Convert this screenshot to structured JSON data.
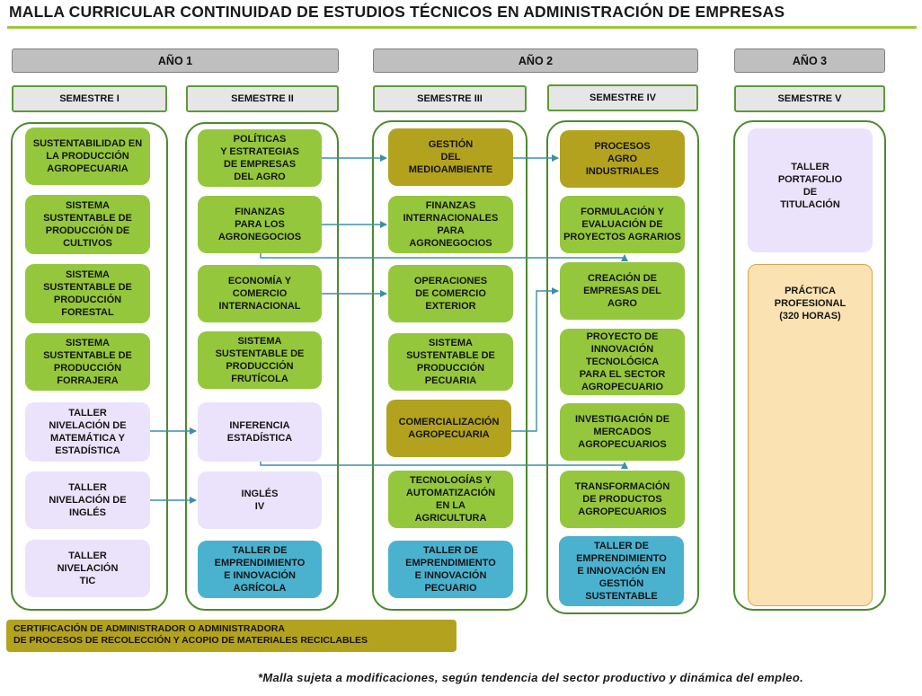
{
  "title": "MALLA CURRICULAR CONTINUIDAD DE ESTUDIOS TÉCNICOS EN ADMINISTRACIÓN DE EMPRESAS",
  "years": [
    "AÑO 1",
    "AÑO 2",
    "AÑO 3"
  ],
  "semesters": [
    "SEMESTRE I",
    "SEMESTRE II",
    "SEMESTRE III",
    "SEMESTRE IV",
    "SEMESTRE V"
  ],
  "courses": {
    "s1": [
      "SUSTENTABILIDAD EN\nLA PRODUCCIÓN\nAGROPECUARIA",
      "SISTEMA\nSUSTENTABLE DE\nPRODUCCIÓN DE\nCULTIVOS",
      "SISTEMA\nSUSTENTABLE DE\nPRODUCCIÓN\nFORESTAL",
      "SISTEMA\nSUSTENTABLE DE\nPRODUCCIÓN\nFORRAJERA",
      "TALLER\nNIVELACIÓN DE\nMATEMÁTICA Y\nESTADÍSTICA",
      "TALLER\nNIVELACIÓN DE\nINGLÉS",
      "TALLER\nNIVELACIÓN\nTIC"
    ],
    "s2": [
      "POLÍTICAS\nY ESTRATEGIAS\nDE EMPRESAS\nDEL AGRO",
      "FINANZAS\nPARA LOS\nAGRONEGOCIOS",
      "ECONOMÍA Y\nCOMERCIO\nINTERNACIONAL",
      "SISTEMA\nSUSTENTABLE DE\nPRODUCCIÓN\nFRUTÍCOLA",
      "INFERENCIA\nESTADÍSTICA",
      "INGLÉS\nIV",
      "TALLER DE\nEMPRENDIMIENTO\nE INNOVACIÓN\nAGRÍCOLA"
    ],
    "s3": [
      "GESTIÓN\nDEL\nMEDIOAMBIENTE",
      "FINANZAS\nINTERNACIONALES\nPARA\nAGRONEGOCIOS",
      "OPERACIONES\nDE COMERCIO\nEXTERIOR",
      "SISTEMA\nSUSTENTABLE DE\nPRODUCCIÓN\nPECUARIA",
      "COMERCIALIZACIÓN\nAGROPECUARIA",
      "TECNOLOGÍAS Y\nAUTOMATIZACIÓN\nEN LA\nAGRICULTURA",
      "TALLER DE\nEMPRENDIMIENTO\nE INNOVACIÓN\nPECUARIO"
    ],
    "s4": [
      "PROCESOS\nAGRO\nINDUSTRIALES",
      "FORMULACIÓN Y\nEVALUACIÓN DE\nPROYECTOS AGRARIOS",
      "CREACIÓN DE\nEMPRESAS DEL\nAGRO",
      "PROYECTO DE\nINNOVACIÓN\nTECNOLÓGICA\nPARA EL SECTOR\nAGROPECUARIO",
      "INVESTIGACIÓN DE\nMERCADOS\nAGROPECUARIOS",
      "TRANSFORMACIÓN\nDE PRODUCTOS\nAGROPECUARIOS",
      "TALLER DE\nEMPRENDIMIENTO\nE INNOVACIÓN EN\nGESTIÓN\nSUSTENTABLE"
    ],
    "s5": [
      "TALLER\nPORTAFOLIO\nDE\nTITULACIÓN",
      "PRÁCTICA\nPROFESIONAL\n(320 HORAS)"
    ]
  },
  "certification": "CERTIFICACIÓN DE ADMINISTRADOR O ADMINISTRADORA\nDE PROCESOS DE RECOLECCIÓN Y ACOPIO DE MATERIALES RECICLABLES",
  "note": "*Malla sujeta a modificaciones, según tendencia del sector productivo y dinámica del empleo.",
  "colors": {
    "green_course": "#95c73c",
    "lavender_course": "#ebe3fb",
    "olive_course": "#b3a21e",
    "blue_course": "#4ab2cf",
    "peach_course": "#fbe2b2",
    "arrow": "#3b8fa8",
    "column_border": "#4c8a2c",
    "title_rule": "#9bc83b"
  }
}
